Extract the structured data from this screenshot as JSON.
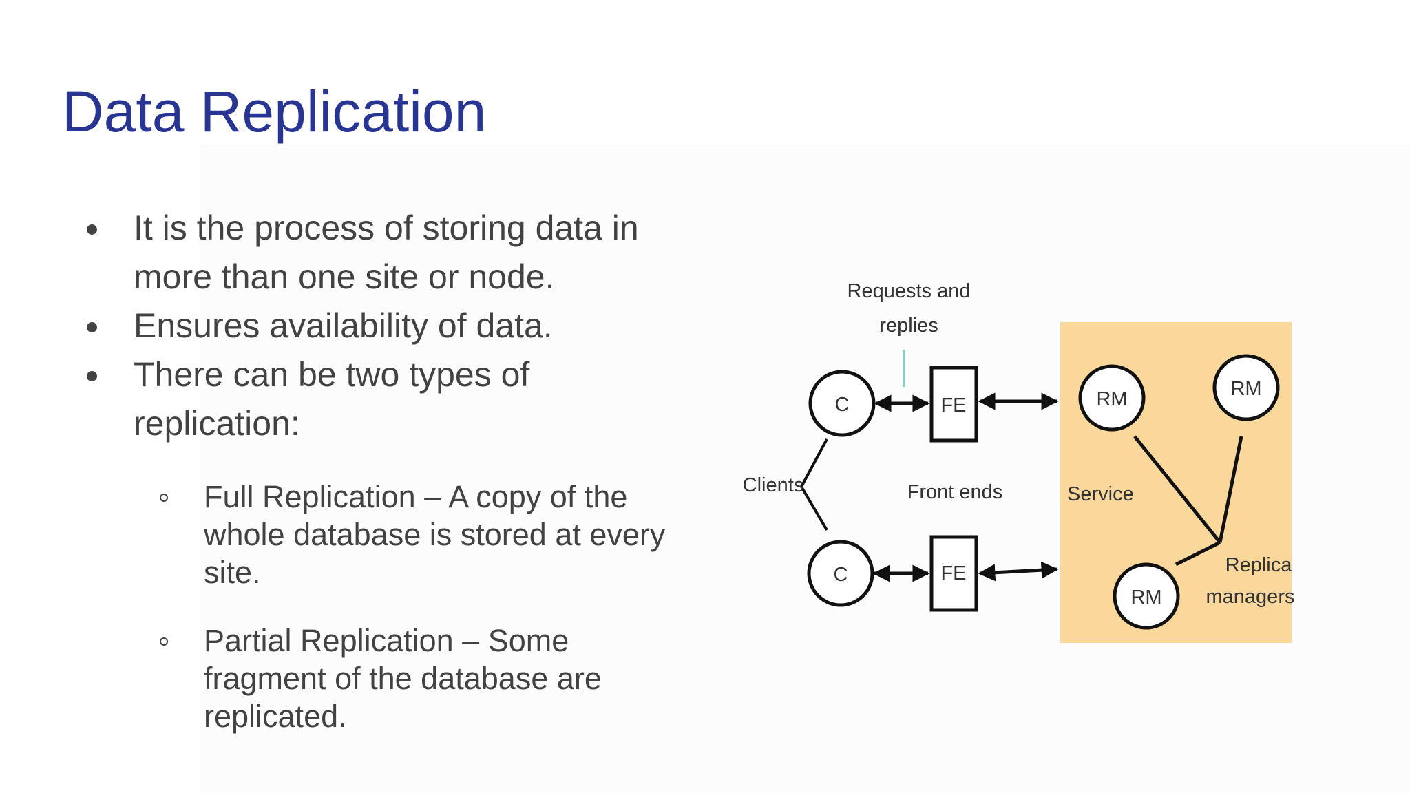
{
  "slide": {
    "title": "Data Replication",
    "bullets": [
      "It is the process of storing data in more than one site or node.",
      "Ensures availability of data.",
      "There can be two types of replication:"
    ],
    "sub_bullets": [
      "Full Replication – A copy of the whole database is stored at every site.",
      "Partial Replication – Some fragment of the database are replicated."
    ]
  },
  "diagram": {
    "labels": {
      "requests_line1": "Requests and",
      "requests_line2": "replies",
      "clients": "Clients",
      "front_ends": "Front ends",
      "service": "Service",
      "replica_line1": "Replica",
      "replica_line2": "managers"
    },
    "nodes": {
      "client_top": "C",
      "client_bottom": "C",
      "fe_top": "FE",
      "fe_bottom": "FE",
      "rm_left": "RM",
      "rm_right": "RM",
      "rm_bottom": "RM"
    },
    "colors": {
      "service_fill": "#fad79b",
      "stroke": "#111111"
    }
  }
}
